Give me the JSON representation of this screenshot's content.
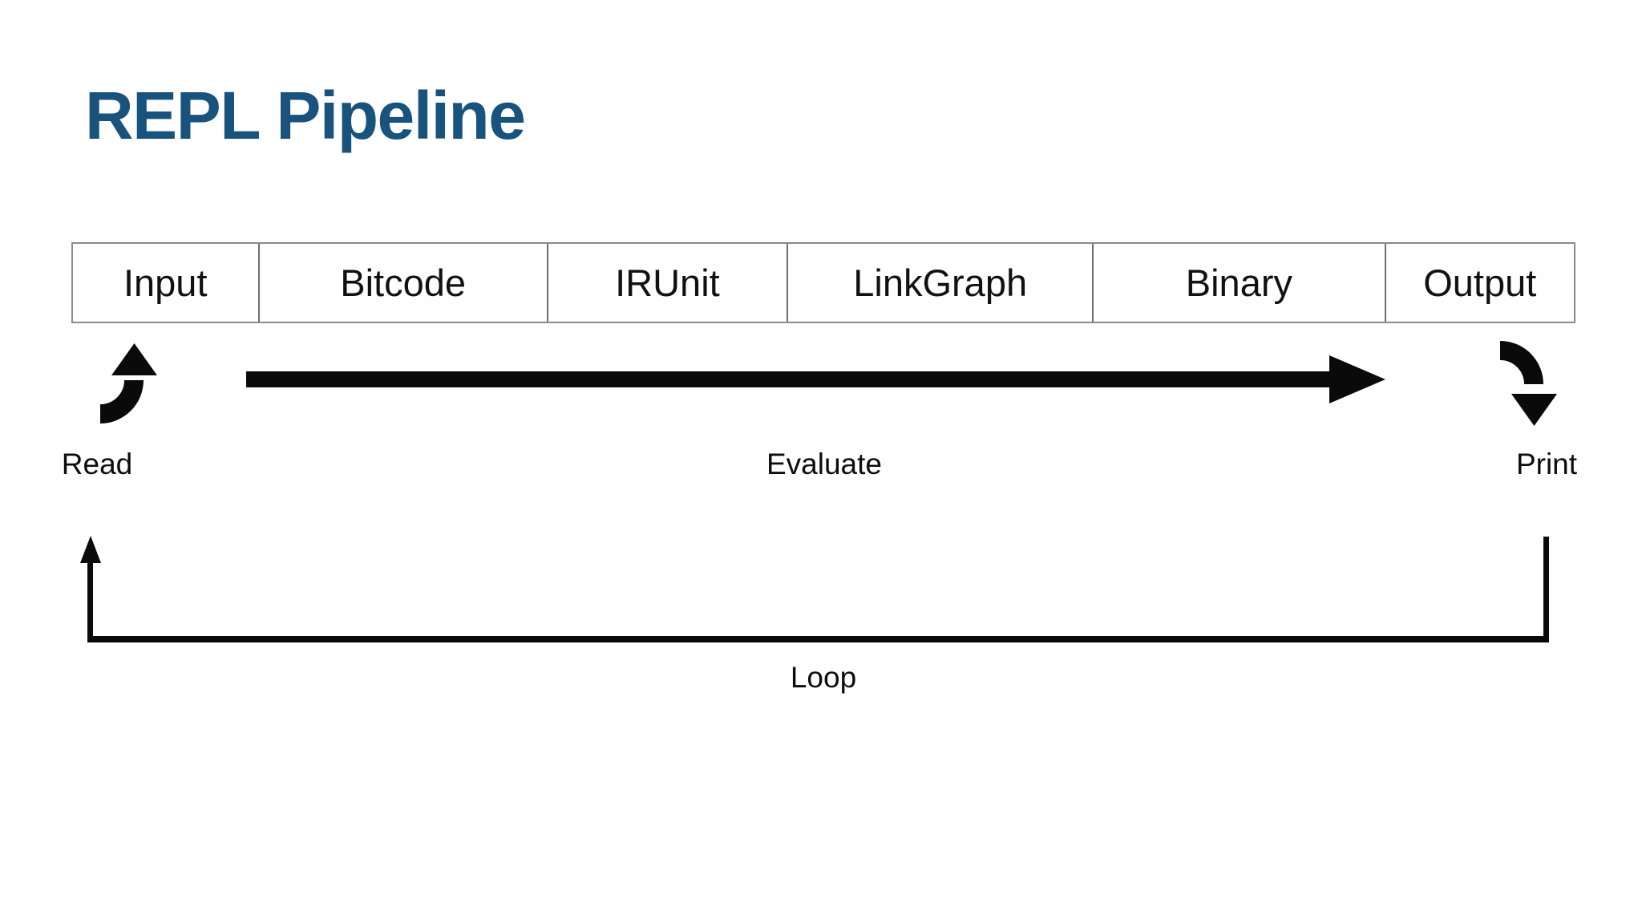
{
  "title": "REPL Pipeline",
  "pipeline": {
    "stages": [
      "Input",
      "Bitcode",
      "IRUnit",
      "LinkGraph",
      "Binary",
      "Output"
    ]
  },
  "flow": {
    "read_label": "Read",
    "evaluate_label": "Evaluate",
    "print_label": "Print",
    "loop_label": "Loop"
  },
  "icons": {
    "read": "curved-arrow-up-right",
    "evaluate": "straight-arrow-right",
    "print": "curved-arrow-down-right",
    "loop": "elbow-arrow-up"
  },
  "colors": {
    "title": "#18537E",
    "arrow_ink": "#0a0a0a",
    "box_border": "#8a8a8a",
    "box_divider": "#6e6e6e",
    "box_text": "#111111",
    "label_text": "#0d0d0d",
    "background": "#ffffff"
  }
}
